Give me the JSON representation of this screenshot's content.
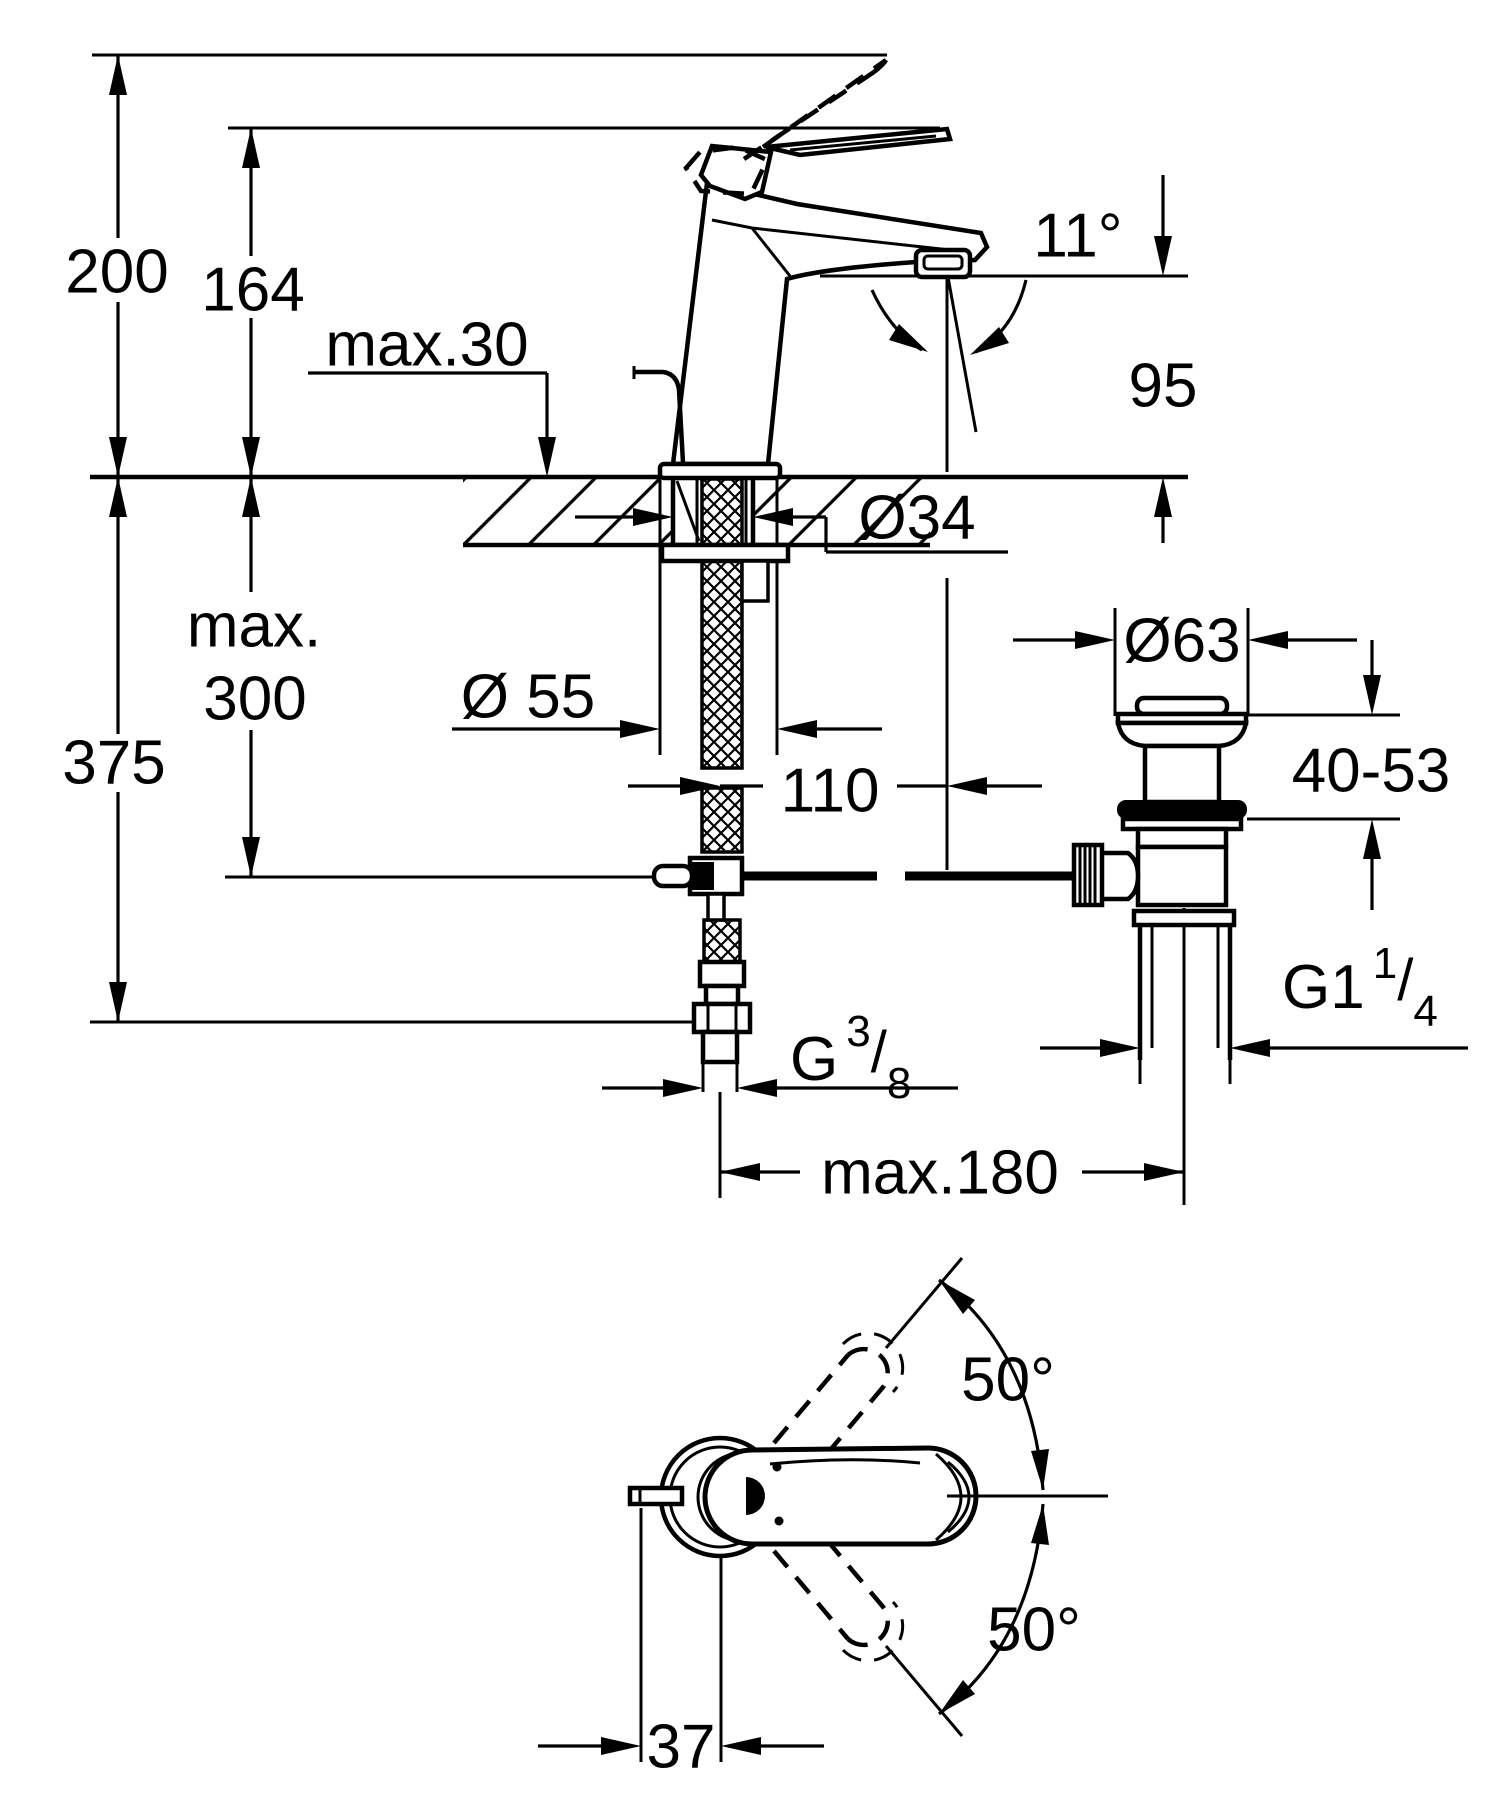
{
  "colors": {
    "line": "#000000",
    "background": "#ffffff"
  },
  "drawing": {
    "kind": "technical-dimension-drawing",
    "subject": "single-lever basin mixer with pop-up waste, side view and plan view"
  },
  "side_view": {
    "dimensions": {
      "overall_height": "200",
      "height_to_lever": "164",
      "deck_thickness": "max.30",
      "spout_angle": "11°",
      "spout_height": "95",
      "shank_diameter": "Ø34",
      "hose_length_word": "max.",
      "hose_length_value": "300",
      "total_depth": "375",
      "base_diameter": "Ø 55",
      "spout_reach": "110",
      "waste_cap_diameter": "Ø63",
      "waste_mount_range": "40-53",
      "waste_thread": {
        "prefix": "G1",
        "numerator": "1",
        "slash": "/",
        "denominator": "4"
      },
      "supply_thread": {
        "prefix": "G",
        "numerator": "3",
        "slash": "/",
        "denominator": "8"
      },
      "rod_reach": "max.180"
    }
  },
  "plan_view": {
    "dimensions": {
      "swivel_up": "50°",
      "swivel_down": "50°",
      "rod_offset": "37"
    }
  }
}
